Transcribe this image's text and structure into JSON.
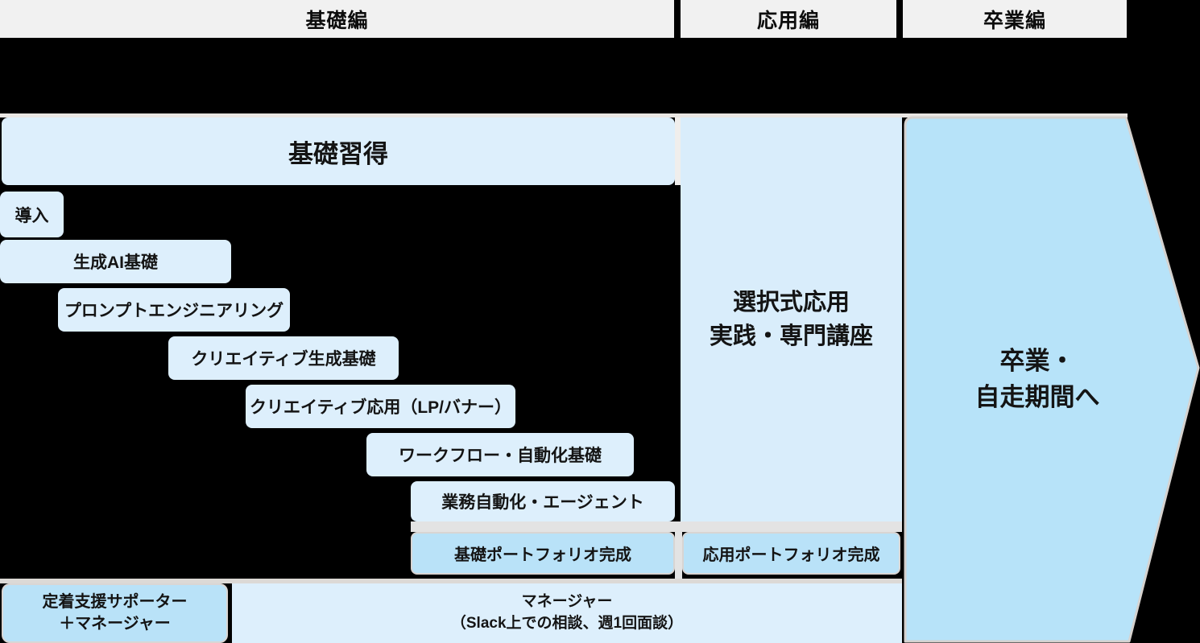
{
  "colors": {
    "background": "#000000",
    "header_bg": "#f1f1f1",
    "light_box": "#ddeffc",
    "applied_box": "#d9edfb",
    "dark_box": "#b9e2f8",
    "arrow_fill": "#b7e3f9",
    "edge_gray": "#d5d2cf",
    "text": "#141414"
  },
  "phases": [
    {
      "label": "基礎編"
    },
    {
      "label": "応用編"
    },
    {
      "label": "卒業編"
    }
  ],
  "basics": {
    "title": "基礎習得",
    "steps": [
      "導入",
      "生成AI基礎",
      "プロンプトエンジニアリング",
      "クリエイティブ生成基礎",
      "クリエイティブ応用（LP/バナー）",
      "ワークフロー・自動化基礎",
      "業務自動化・エージェント"
    ],
    "milestone": "基礎ポートフォリオ完成"
  },
  "applied": {
    "title_line1": "選択式応用",
    "title_line2": "実践・専門講座",
    "milestone": "応用ポートフォリオ完成"
  },
  "graduation": {
    "line1": "卒業・",
    "line2": "自走期間へ"
  },
  "support": {
    "left_line1": "定着支援サポーター",
    "left_line2": "＋マネージャー",
    "right_line1": "マネージャー",
    "right_line2": "（Slack上での相談、週1回面談）"
  }
}
